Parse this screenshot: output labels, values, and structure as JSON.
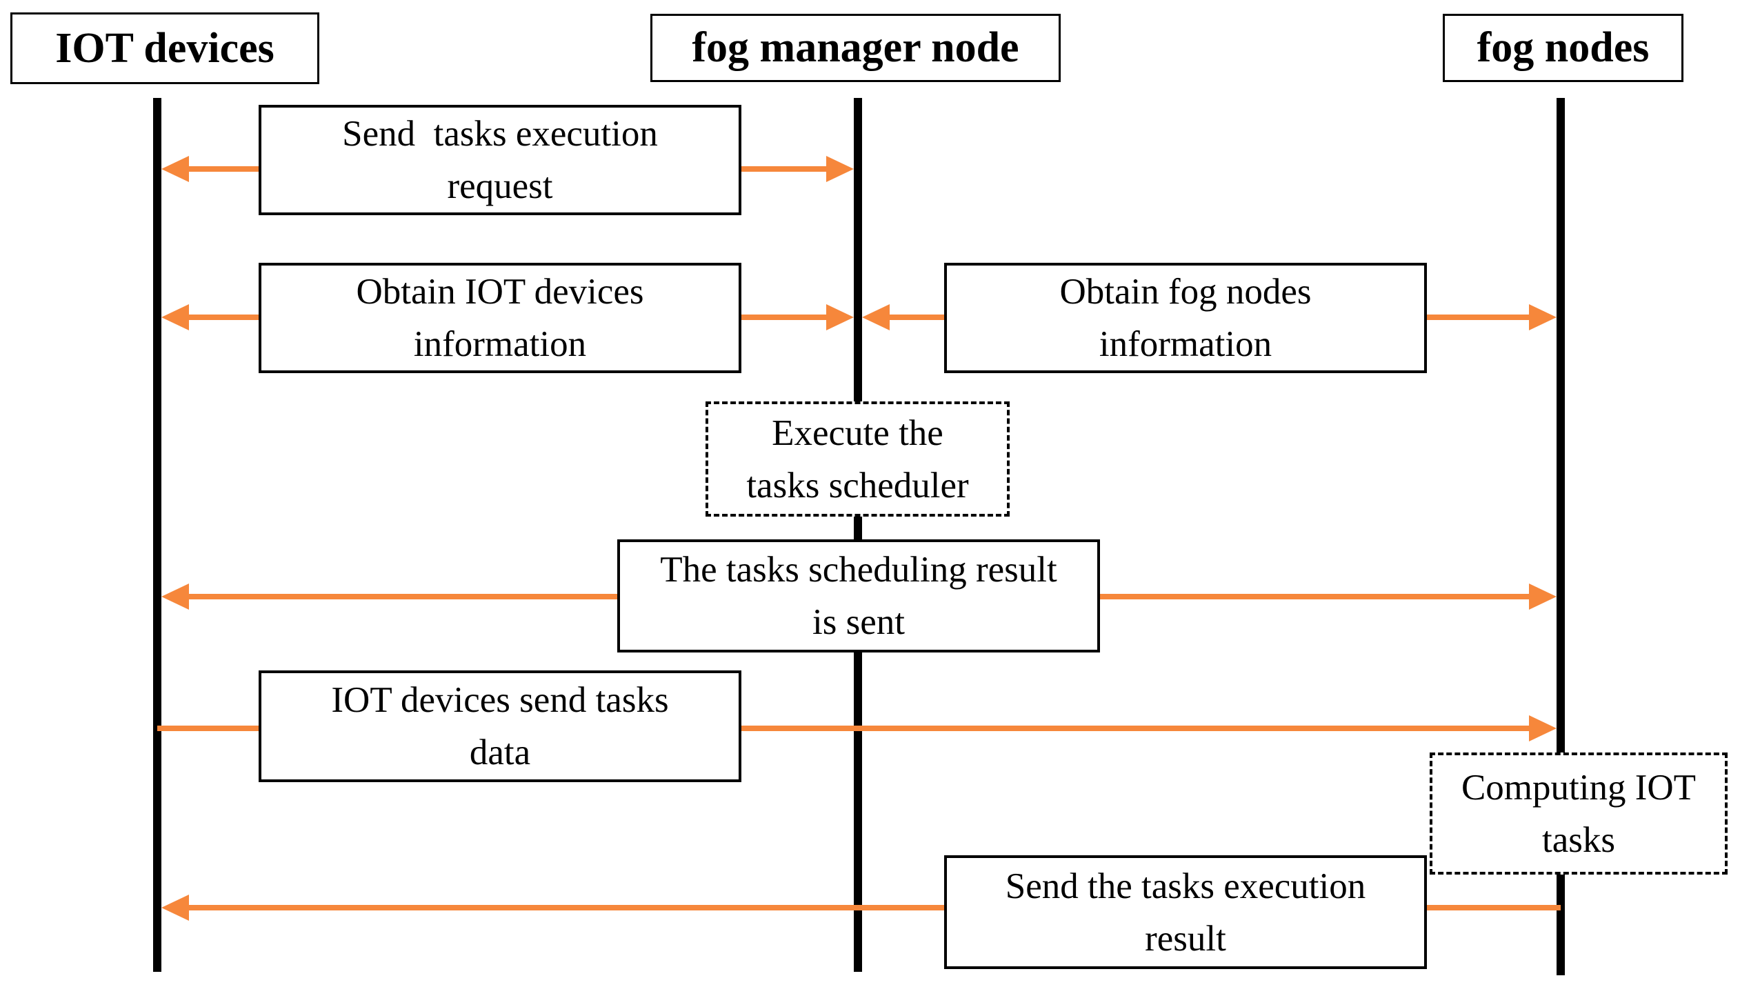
{
  "actors": [
    {
      "label": "IOT devices"
    },
    {
      "label": "fog manager node"
    },
    {
      "label": "fog nodes"
    }
  ],
  "messages": [
    {
      "label": "Send  tasks execution\nrequest",
      "between": [
        "IOT devices",
        "fog manager node"
      ],
      "arrowheads": "both"
    },
    {
      "label": "Obtain IOT devices\ninformation",
      "between": [
        "IOT devices",
        "fog manager node"
      ],
      "arrowheads": "both"
    },
    {
      "label": "Obtain fog nodes\ninformation",
      "between": [
        "fog manager node",
        "fog nodes"
      ],
      "arrowheads": "both"
    },
    {
      "label": "The tasks scheduling result\nis sent",
      "between": [
        "IOT devices",
        "fog nodes"
      ],
      "arrowheads": "both"
    },
    {
      "label": "IOT devices send tasks\ndata",
      "between": [
        "IOT devices",
        "fog nodes"
      ],
      "arrowheads": "right"
    },
    {
      "label": "Send the tasks execution\nresult",
      "between": [
        "fog nodes",
        "IOT devices"
      ],
      "arrowheads": "left"
    }
  ],
  "activities": [
    {
      "label": "Execute the\ntasks scheduler",
      "actor": "fog manager node"
    },
    {
      "label": "Computing IOT\ntasks",
      "actor": "fog nodes"
    }
  ],
  "colors": {
    "arrow": "#F6873B",
    "line": "#000000",
    "box_background": "#FFFFFF"
  }
}
